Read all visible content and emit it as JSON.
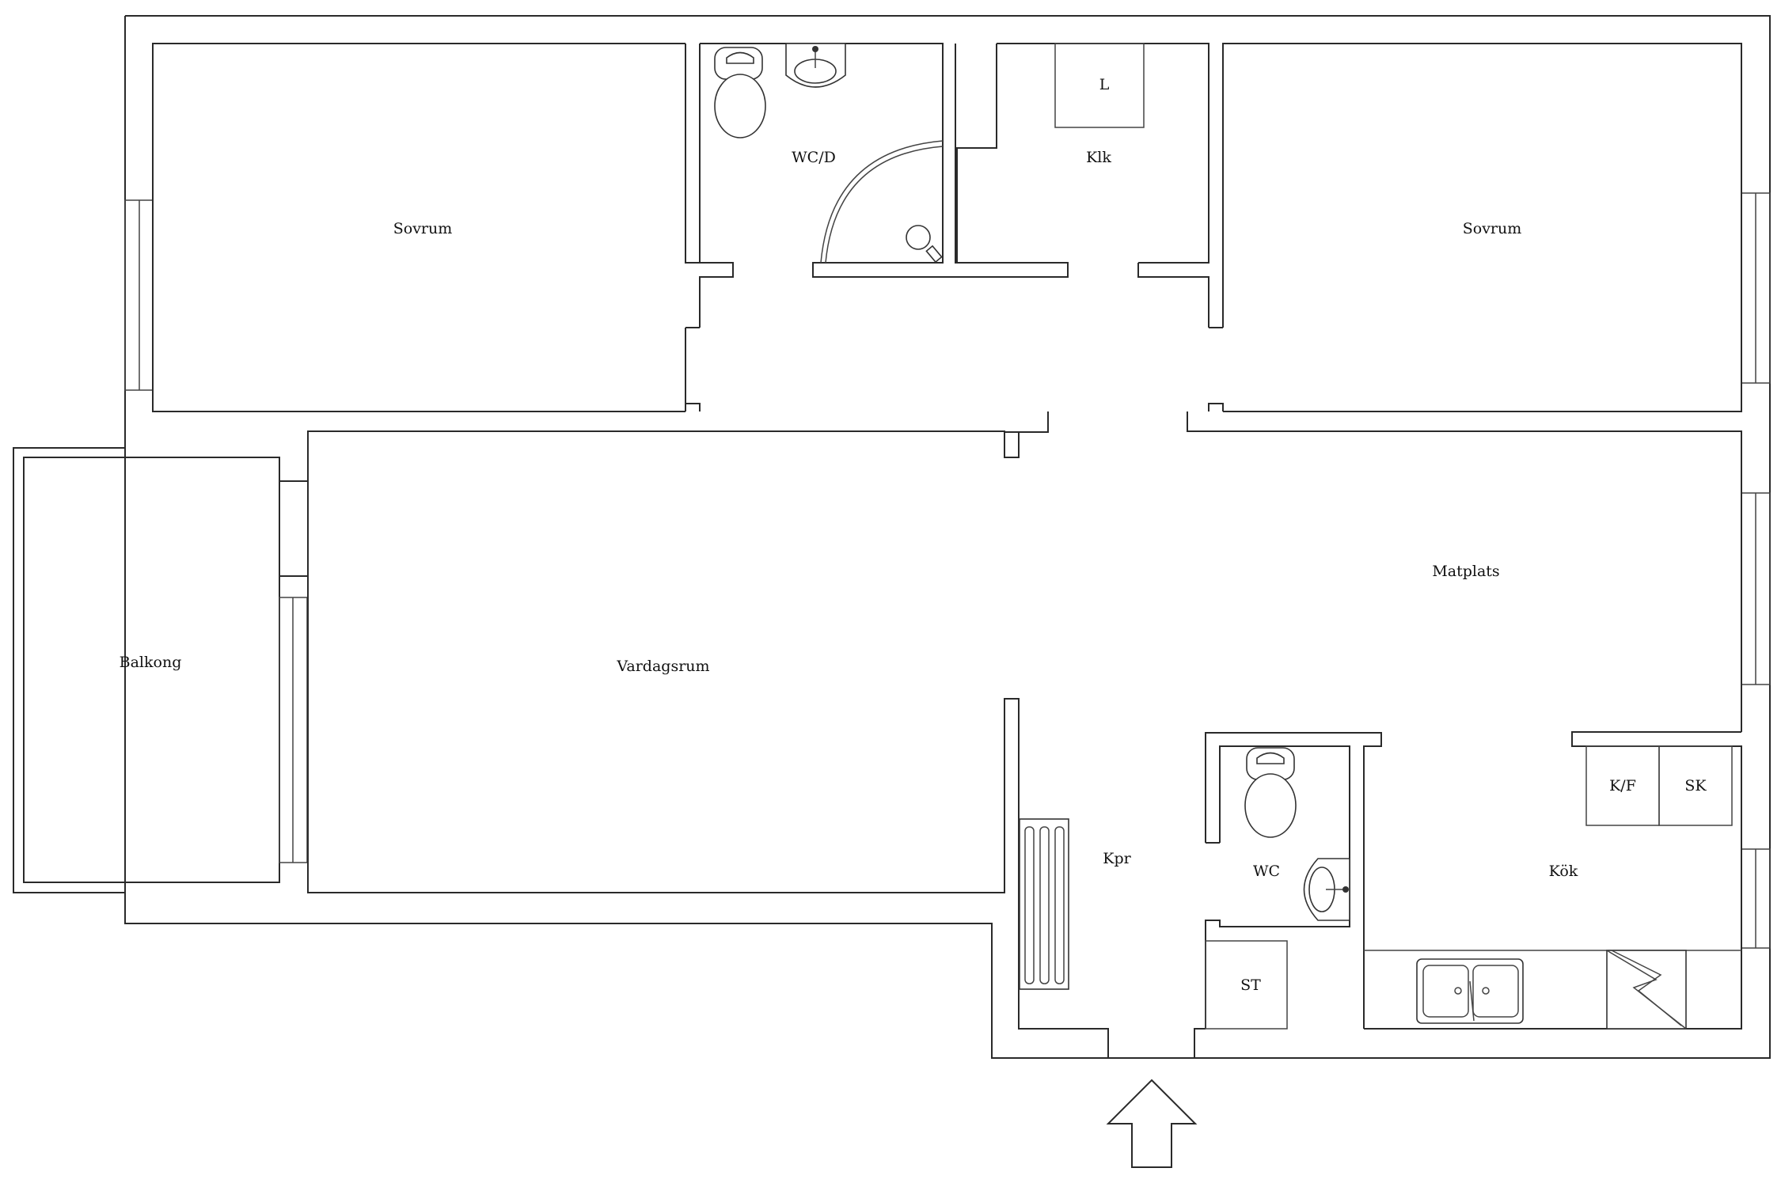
{
  "rooms": {
    "sovrum_left": "Sovrum",
    "wc_d": "WC/D",
    "linen": "L",
    "klk": "Klk",
    "sovrum_right": "Sovrum",
    "balkong": "Balkong",
    "vardagsrum": "Vardagsrum",
    "matplats": "Matplats",
    "kpr": "Kpr",
    "wc": "WC",
    "kf": "K/F",
    "sk": "SK",
    "kok": "Kök",
    "st": "ST"
  },
  "icons": {
    "entrance": "entrance-arrow-icon",
    "toilet": "toilet-icon",
    "sink": "sink-icon",
    "shower": "shower-icon",
    "kitchen_sink": "kitchen-sink-icon",
    "stove": "stove-icon",
    "radiator": "radiator-icon"
  }
}
